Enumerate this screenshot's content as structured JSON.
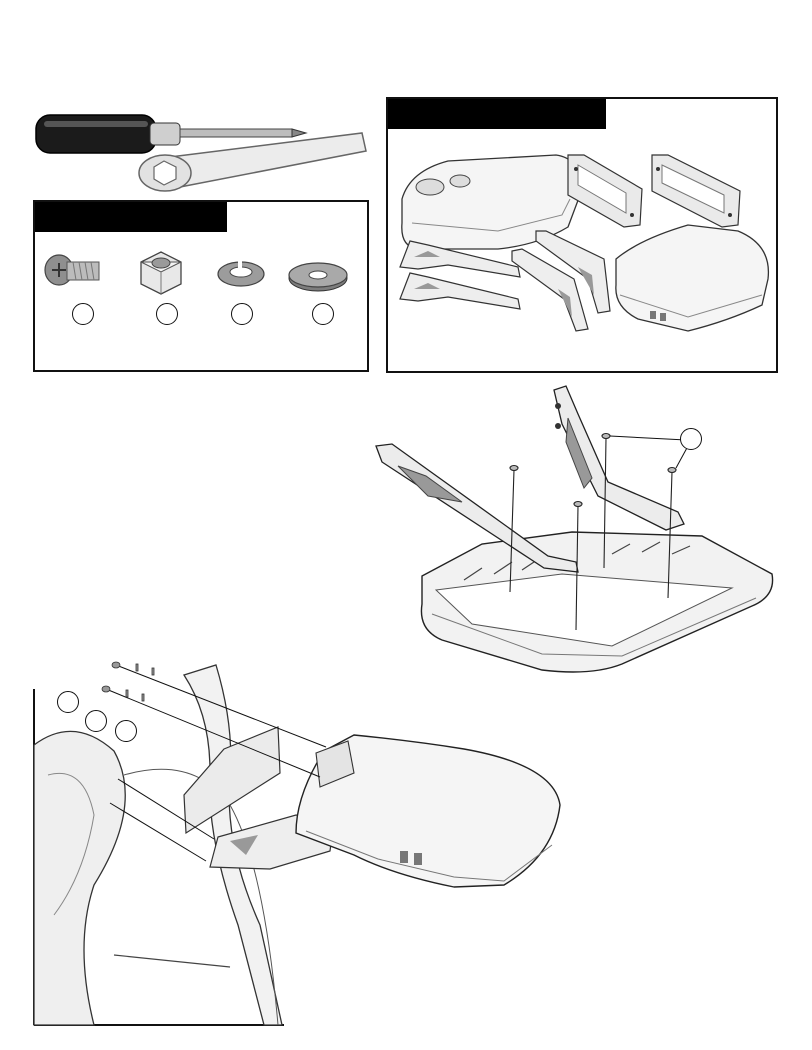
{
  "tools": [
    "screwdriver",
    "wrench"
  ],
  "hardware_panel": {
    "header_label": "",
    "items": [
      {
        "name": "bolt",
        "callout": ""
      },
      {
        "name": "hex-nut",
        "callout": ""
      },
      {
        "name": "lock-washer",
        "callout": ""
      },
      {
        "name": "flat-washer",
        "callout": ""
      }
    ]
  },
  "parts_panel": {
    "header_label": "",
    "parts": [
      "left-tray",
      "right-tray",
      "front-bracket",
      "rear-bracket",
      "upper-arm-left",
      "lower-arm-left",
      "upper-arm-right",
      "lower-arm-right"
    ]
  },
  "step1": {
    "callout": ""
  },
  "step2": {
    "callouts": [
      "",
      "",
      ""
    ]
  },
  "colors": {
    "ink": "#111111",
    "panel_header": "#000000",
    "part_fill": "#f2f2f2",
    "part_shade": "#c8c8c8"
  }
}
